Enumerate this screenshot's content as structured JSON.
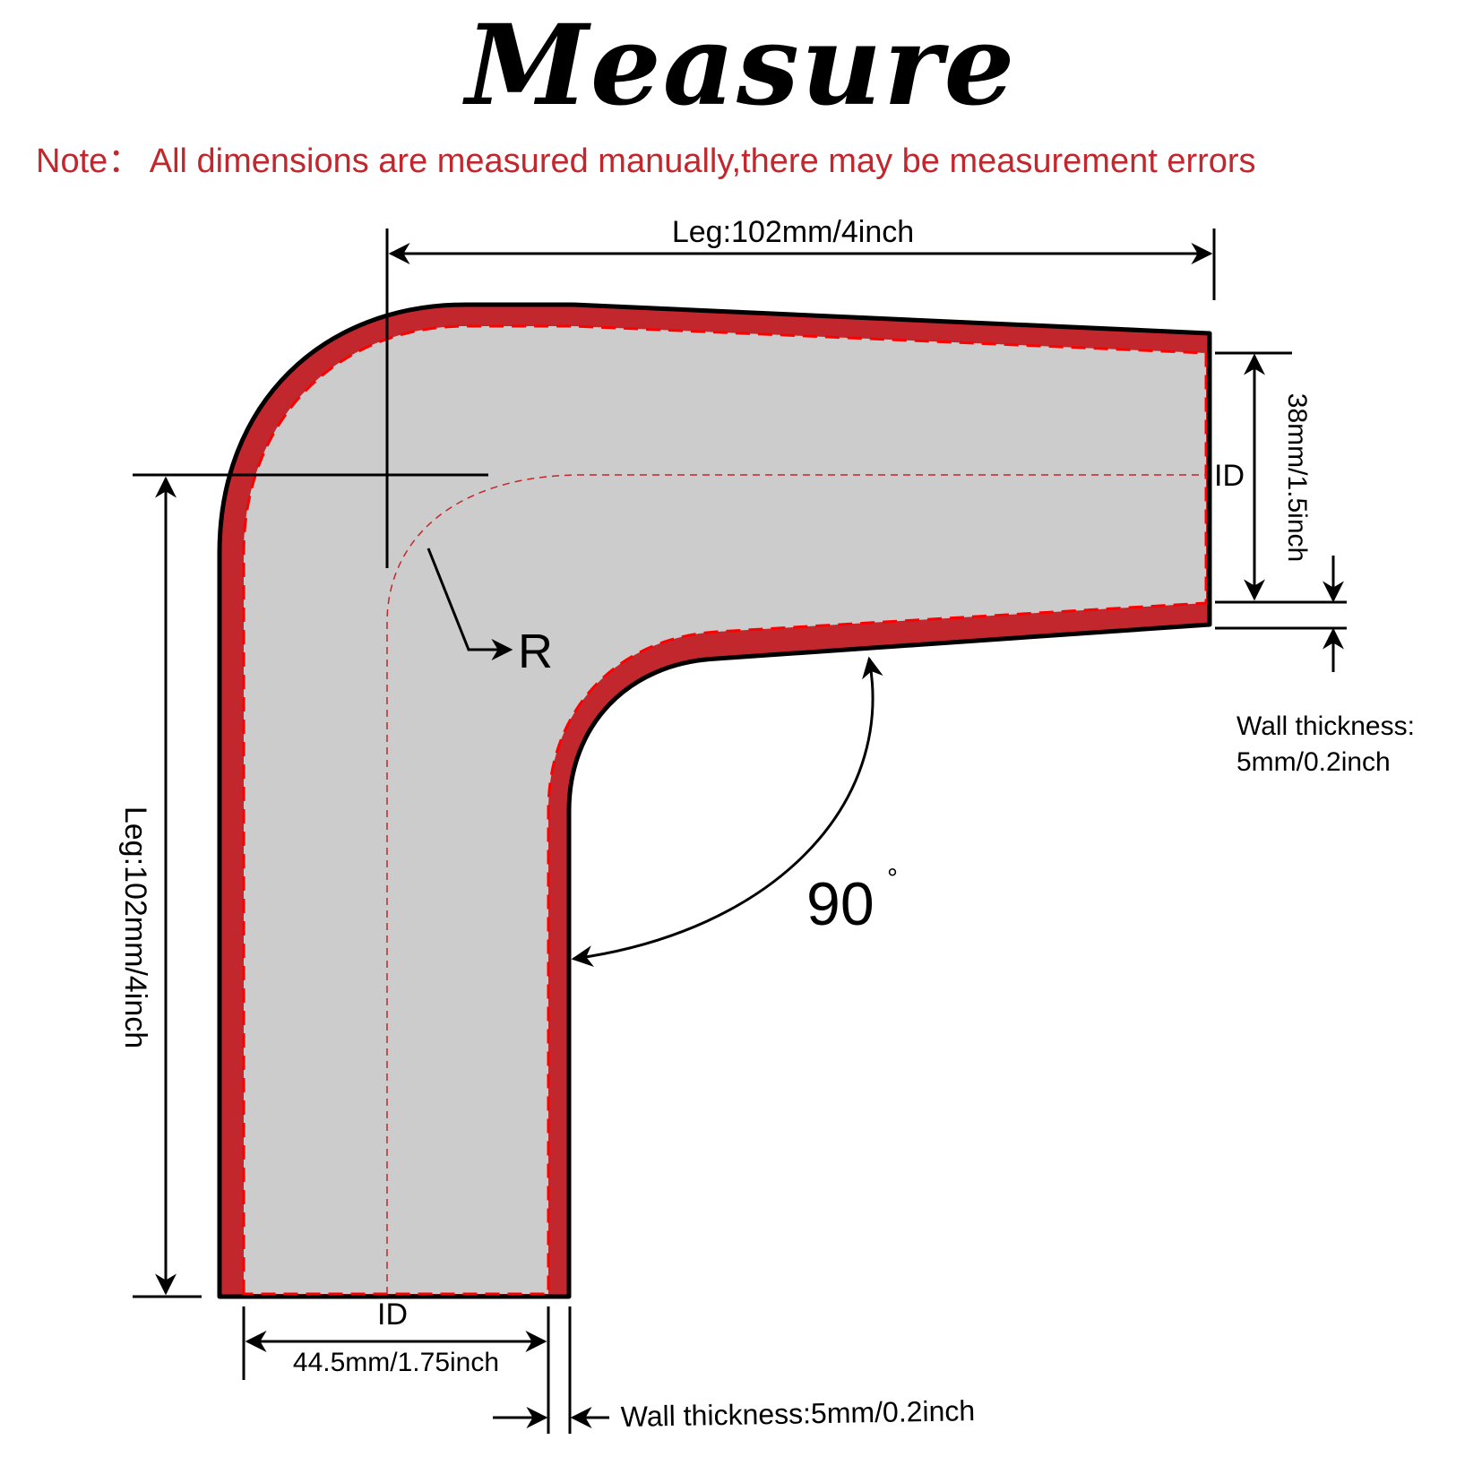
{
  "title": "Measure",
  "note": "Note：  All dimensions are measured manually,there may be measurement errors",
  "labels": {
    "leg_top": "Leg:102mm/4inch",
    "leg_left": "Leg:102mm/4inch",
    "id_right": "ID",
    "id_right_value": "38mm/1.5inch",
    "wall_right_line1": "Wall thickness:",
    "wall_right_line2": "5mm/0.2inch",
    "radius": "R",
    "angle": "90",
    "angle_unit": "°",
    "id_bottom": "ID",
    "id_bottom_value": "44.5mm/1.75inch",
    "wall_bottom": "Wall thickness:5mm/0.2inch"
  },
  "colors": {
    "wall": "#c1272d",
    "interior": "#cccccc",
    "outline": "#000000",
    "note_text": "#c1272d"
  }
}
